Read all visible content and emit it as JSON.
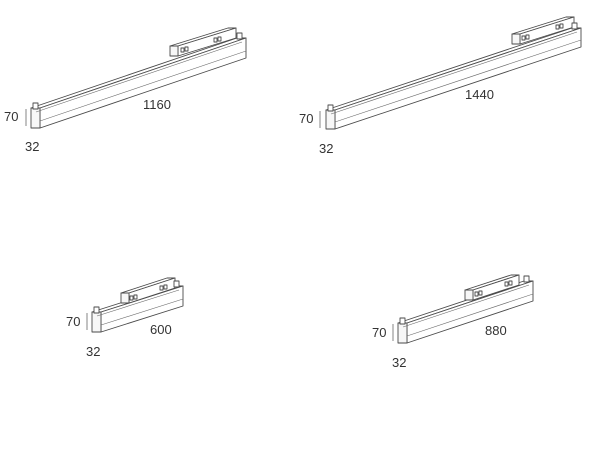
{
  "profiles": [
    {
      "id": "profile-1160",
      "length_label": "1160",
      "height_label": "70",
      "depth_label": "32"
    },
    {
      "id": "profile-1440",
      "length_label": "1440",
      "height_label": "70",
      "depth_label": "32"
    },
    {
      "id": "profile-600",
      "length_label": "600",
      "height_label": "70",
      "depth_label": "32"
    },
    {
      "id": "profile-880",
      "length_label": "880",
      "height_label": "70",
      "depth_label": "32"
    }
  ],
  "colors": {
    "line": "#4a4a4a",
    "text": "#333333",
    "background": "#ffffff"
  }
}
